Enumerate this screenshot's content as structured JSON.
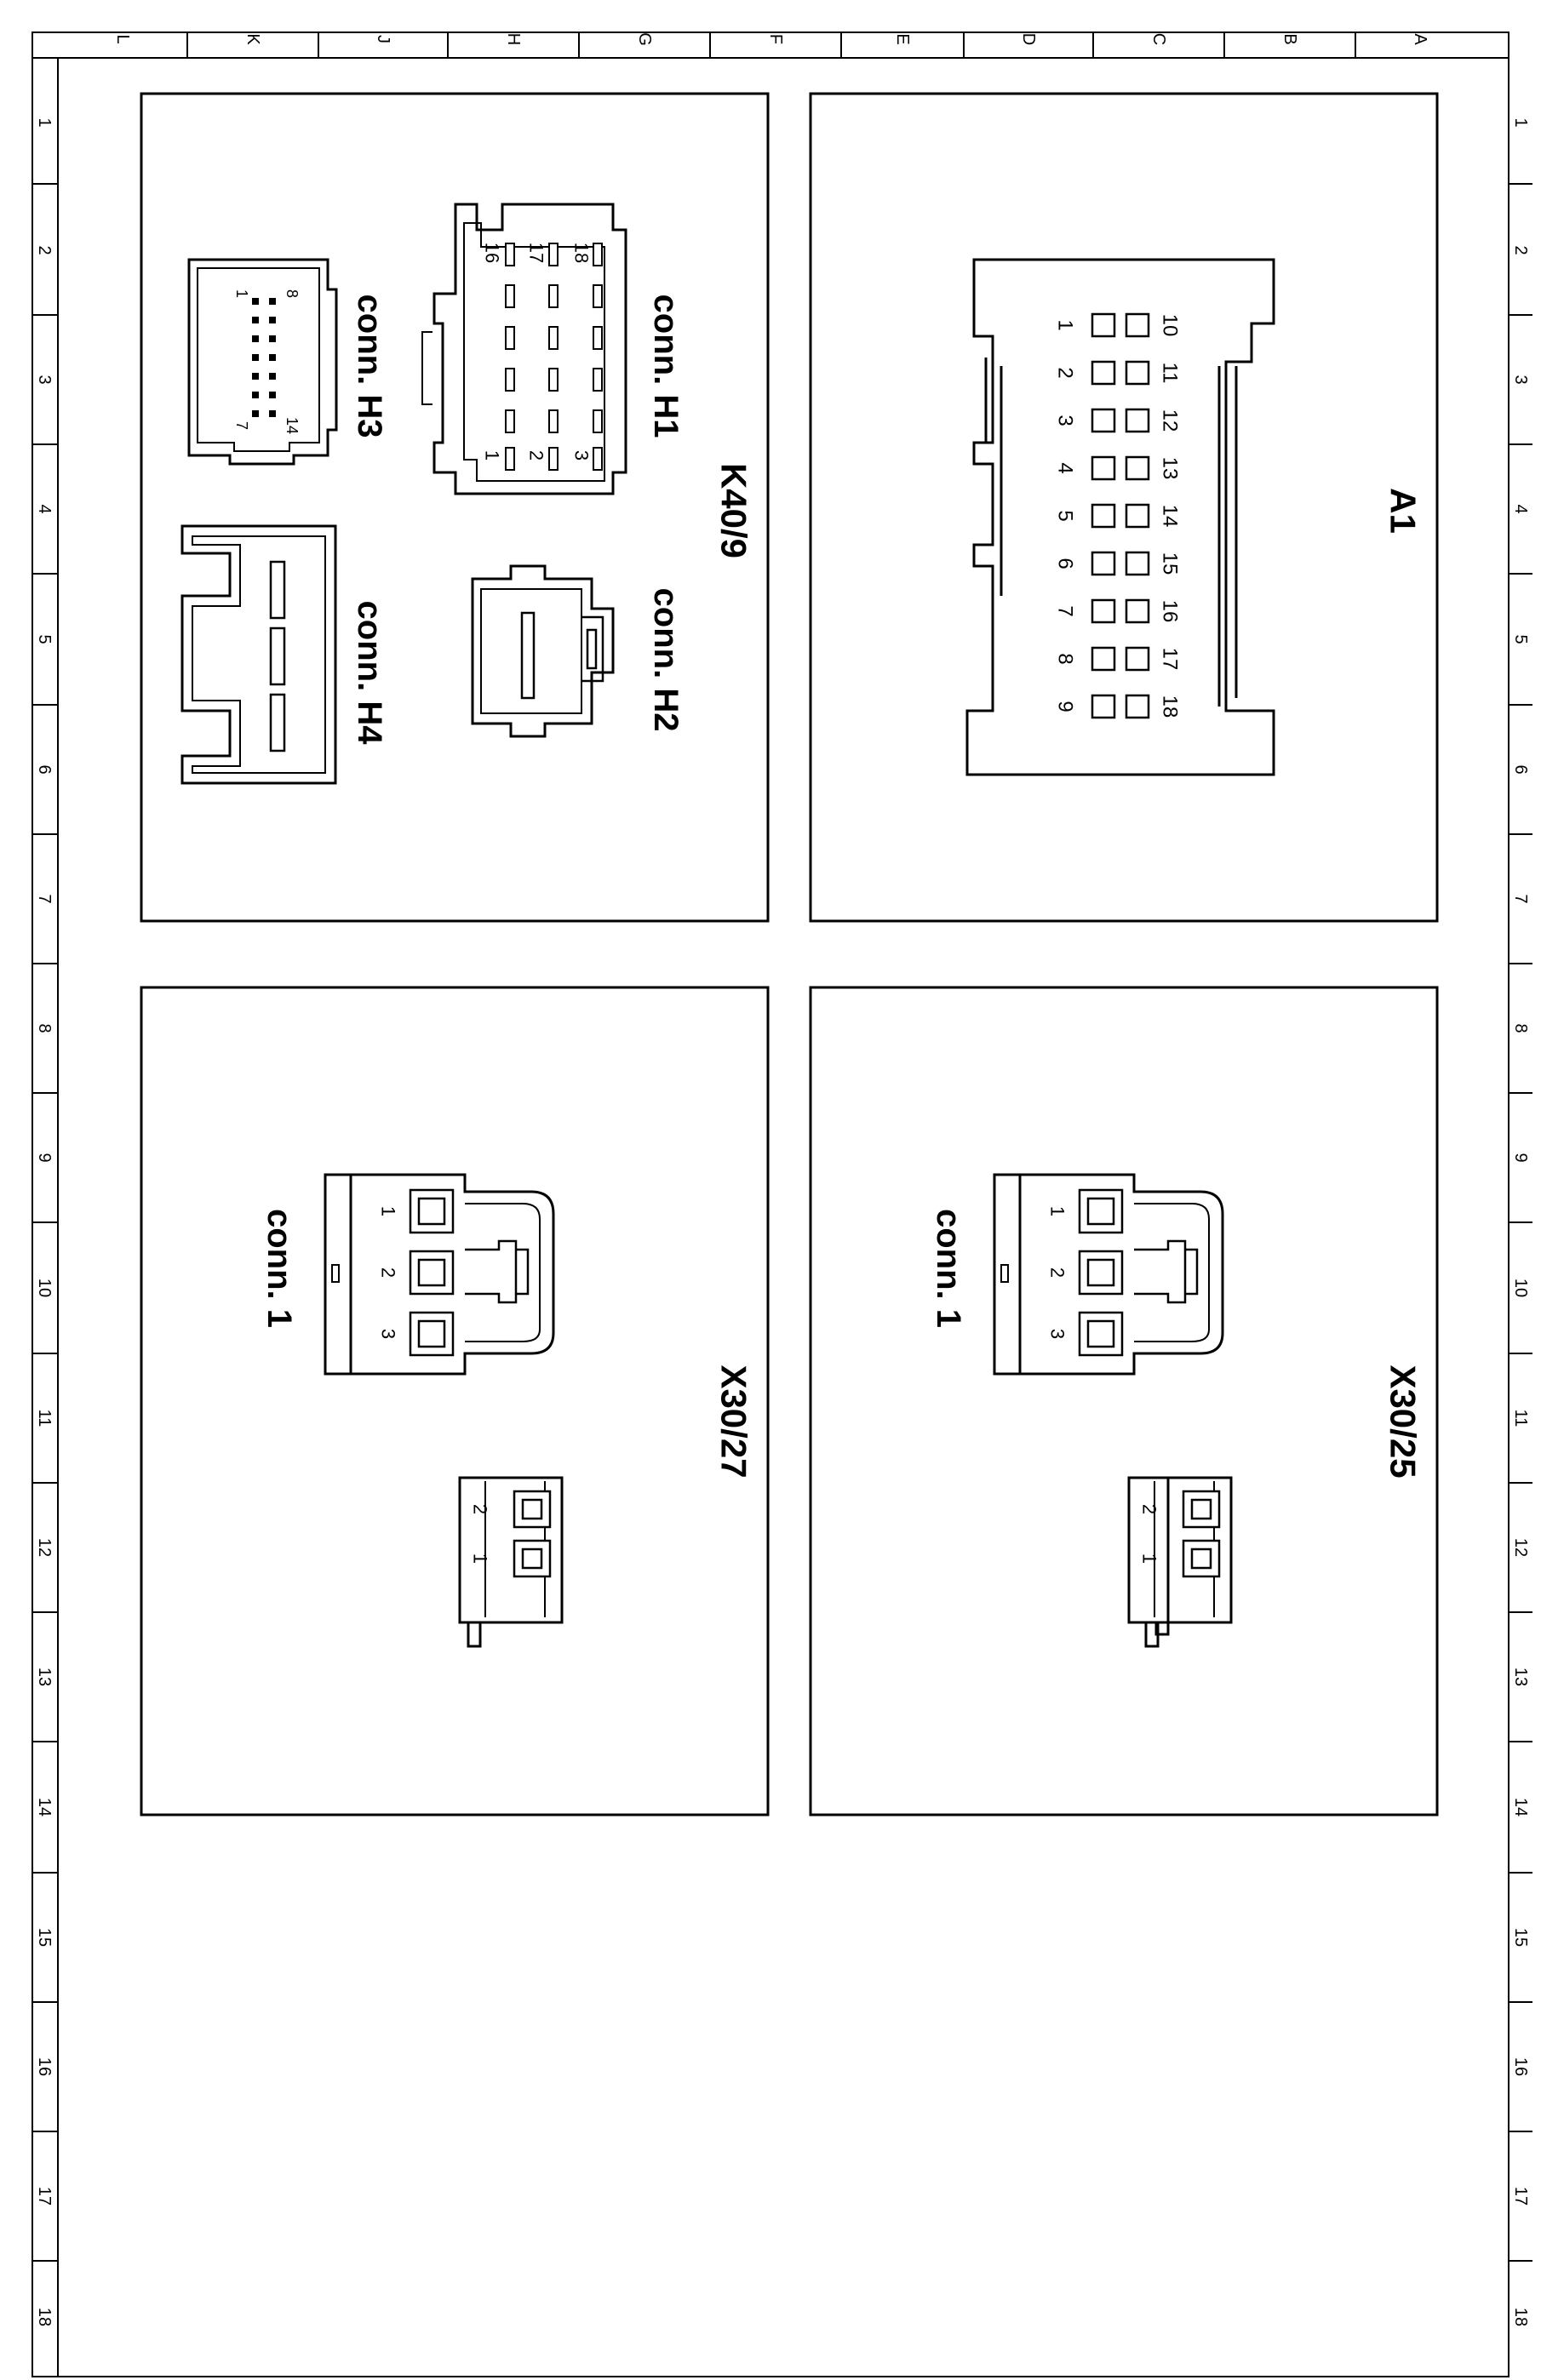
{
  "frame": {
    "column_labels": [
      "L",
      "K",
      "J",
      "H",
      "G",
      "F",
      "E",
      "D",
      "C",
      "B",
      "A"
    ],
    "row_labels": [
      "1",
      "2",
      "3",
      "4",
      "5",
      "6",
      "7",
      "8",
      "9",
      "10",
      "11",
      "12",
      "13",
      "14",
      "15",
      "16",
      "17",
      "18"
    ]
  },
  "panels": {
    "a1": {
      "title": "A1",
      "pins_row1": [
        "1",
        "2",
        "3",
        "4",
        "5",
        "6",
        "7",
        "8",
        "9"
      ],
      "pins_row2": [
        "10",
        "11",
        "12",
        "13",
        "14",
        "15",
        "16",
        "17",
        "18"
      ]
    },
    "k40": {
      "title": "K40/9",
      "h1": {
        "label": "conn. H1",
        "pins": [
          "18",
          "17",
          "16",
          "3",
          "2",
          "1"
        ]
      },
      "h2": {
        "label": "conn. H2"
      },
      "h3": {
        "label": "conn. H3",
        "pins": [
          "8",
          "1",
          "14",
          "7"
        ]
      },
      "h4": {
        "label": "conn. H4"
      }
    },
    "x3025": {
      "title": "X30/25",
      "conn_label": "conn. 1",
      "pins3": [
        "1",
        "2",
        "3"
      ],
      "pins2": [
        "2",
        "1"
      ]
    },
    "x3027": {
      "title": "X30/27",
      "conn_label": "conn. 1",
      "pins3": [
        "1",
        "2",
        "3"
      ],
      "pins2": [
        "2",
        "1"
      ]
    }
  }
}
